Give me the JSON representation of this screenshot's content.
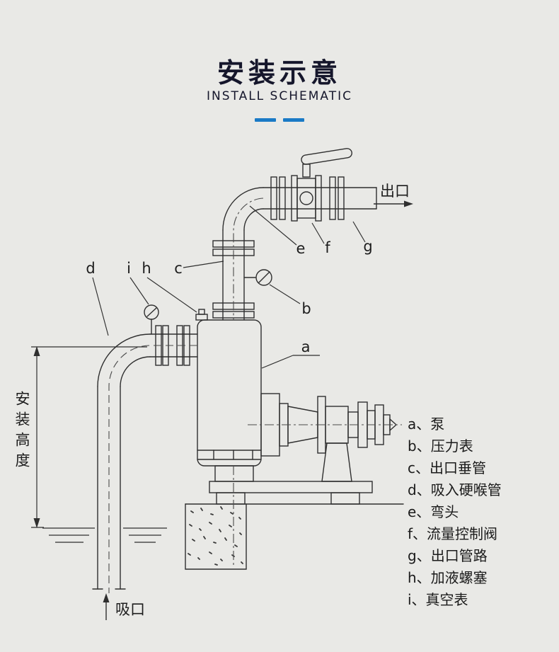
{
  "page": {
    "title": "安装示意",
    "subtitle": "INSTALL SCHEMATIC",
    "accent_color": "#1a7ac6",
    "background": "#e9e9e6"
  },
  "diagram": {
    "outlet_label": "出口",
    "inlet_label": "吸口",
    "height_label": "安装高度",
    "part_letters": {
      "a": "a",
      "b": "b",
      "c": "c",
      "d": "d",
      "e": "e",
      "f": "f",
      "g": "g",
      "h": "h",
      "i": "i"
    }
  },
  "legend": {
    "items": [
      {
        "text": "a、泵"
      },
      {
        "text": "b、压力表"
      },
      {
        "text": "c、出口垂管"
      },
      {
        "text": "d、吸入硬喉管"
      },
      {
        "text": "e、弯头"
      },
      {
        "text": "f、流量控制阀"
      },
      {
        "text": "g、出口管路"
      },
      {
        "text": "h、加液螺塞"
      },
      {
        "text": "i、真空表"
      }
    ]
  }
}
